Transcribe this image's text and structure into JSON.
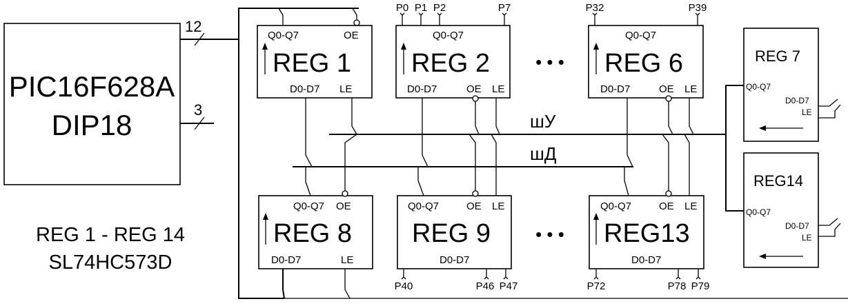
{
  "mcu": {
    "name": "PIC16F628A",
    "package": "DIP18",
    "bus12_width": "12",
    "bus3_width": "3"
  },
  "note": {
    "line1": "REG 1 - REG 14",
    "line2": "SL74HC573D"
  },
  "buses": {
    "control": "шУ",
    "data": "шД"
  },
  "ellipsis": "• • •",
  "pins": {
    "q": "Q0-Q7",
    "d": "D0-D7",
    "oe": "OE",
    "le": "LE",
    "q_small": "Q0-Q7",
    "d_small": "D0-D7",
    "le_small": "LE"
  },
  "registers": {
    "reg1": "REG 1",
    "reg2": "REG 2",
    "reg6": "REG 6",
    "reg7": "REG 7",
    "reg8": "REG 8",
    "reg9": "REG 9",
    "reg13": "REG13",
    "reg14": "REG14"
  },
  "outputs": {
    "p0": "P0",
    "p1": "P1",
    "p2": "P2",
    "p7": "P7",
    "p32": "P32",
    "p39": "P39",
    "p40": "P40",
    "p46": "P46",
    "p47": "P47",
    "p72": "P72",
    "p78": "P78",
    "p79": "P79"
  }
}
